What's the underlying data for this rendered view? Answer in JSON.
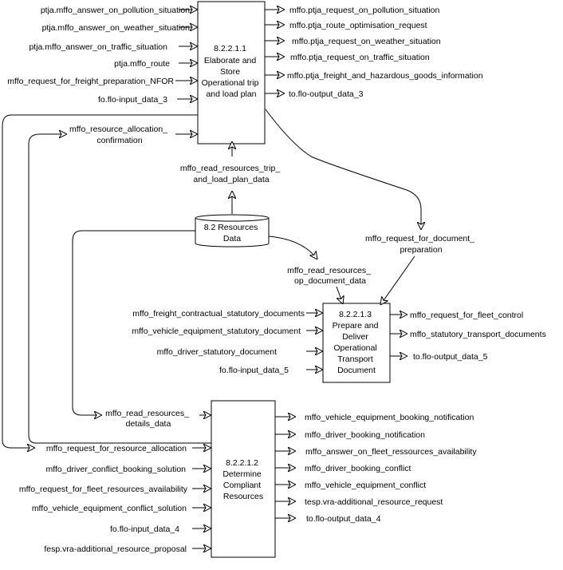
{
  "processes": {
    "p1": {
      "lines": [
        "8.2.2.1.1",
        "Elaborate and",
        "Store",
        "Operational trip",
        "and load plan"
      ]
    },
    "p2": {
      "lines": [
        "8.2.2.1.2",
        "Determine",
        "Compliant",
        "Resources"
      ]
    },
    "p3": {
      "lines": [
        "8.2.2.1.3",
        "Prepare and",
        "Deliver",
        "Operational",
        "Transport",
        "Document"
      ]
    }
  },
  "datastore": {
    "lines": [
      "8.2 Resources",
      "Data"
    ]
  },
  "p1_inputs": [
    "ptja.mffo_answer_on_pollution_situation",
    "ptja.mffo_answer_on_weather_situation",
    "ptja.mffo_answer_on_traffic_situation",
    "ptja.mffo_route",
    "mffo_request_for_freight_preparation_NFOR",
    "fo.flo-input_data_3"
  ],
  "p1_outputs": [
    "mffo.ptja_request_on_pollution_situation",
    "mffo.ptja_route_optimisation_request",
    "mffo.ptja_request_on_weather_situation",
    "mffo.ptja_request_on_traffic_situation",
    "mffo.ptja_freight_and_hazardous_goods_information",
    "to.flo-output_data_3"
  ],
  "flows": {
    "resource_allocation_confirmation": [
      "mffo_resource_allocation_",
      "confirmation"
    ],
    "read_trip_load": [
      "mffo_read_resources_trip_",
      "and_load_plan_data"
    ],
    "request_doc_prep": [
      "mffo_request_for_document_",
      "preparation"
    ],
    "read_op_doc": [
      "mffo_read_resources_",
      "op_document_data"
    ],
    "read_details": [
      "mffo_read_resources_",
      "details_data"
    ]
  },
  "p3_inputs": [
    "mffo_freight_contractual_statutory_documents",
    "mffo_vehicle_equipment_statutory_document",
    "mffo_driver_statutory_document",
    "fo.flo-input_data_5"
  ],
  "p3_outputs": [
    "mffo_request_for_fleet_control",
    "mffo_statutory_transport_documents",
    "to.flo-output_data_5"
  ],
  "p2_inputs": [
    "mffo_request_for_resource_allocation",
    "mffo_driver_conflict_booking_solution",
    "mffo_request_for_fleet_resources_availability",
    "mffo_vehicle_equipment_conflict_solution",
    "fo.flo-input_data_4",
    "fesp.vra-additional_resource_proposal"
  ],
  "p2_outputs": [
    "mffo_vehicle_equipment_booking_notification",
    "mffo_driver_booking_notification",
    "mffo_answer_on_fleet_ressources_availability",
    "mffo_driver_booking_conflict",
    "mffo_vehicle_equipment_conflict",
    "tesp.vra-additional_resource_request",
    "to.flo-output_data_4"
  ]
}
